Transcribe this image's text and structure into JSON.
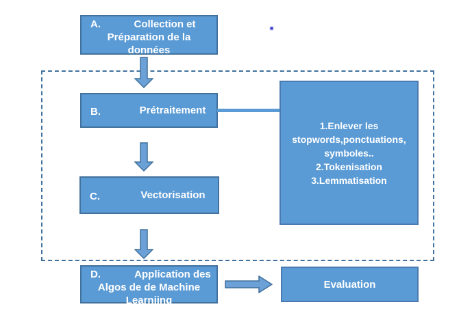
{
  "colors": {
    "box_fill": "#5b9bd5",
    "box_border": "#41719c",
    "dashed_border": "#41719c",
    "arrow_fill": "#6ba1d6",
    "text": "#ffffff"
  },
  "boxes": {
    "collection": {
      "marker": "A.",
      "line1": "Collection et",
      "line2": "Préparation de la",
      "line3": "données"
    },
    "pretraitement": {
      "marker": "B.",
      "line1": "Prétraitement"
    },
    "vectorisation": {
      "marker": "C.",
      "line1": "Vectorisation"
    },
    "application": {
      "marker": "D.",
      "line1": "Application des",
      "line2": "Algos de de Machine",
      "line3": "Learniing"
    },
    "preprocessing_details": {
      "line1": "1.Enlever les",
      "line2": "stopwords,ponctuations,",
      "line3": "symboles..",
      "line4": "2.Tokenisation",
      "line5": "3.Lemmatisation"
    },
    "evaluation": {
      "label": "Evaluation"
    }
  }
}
